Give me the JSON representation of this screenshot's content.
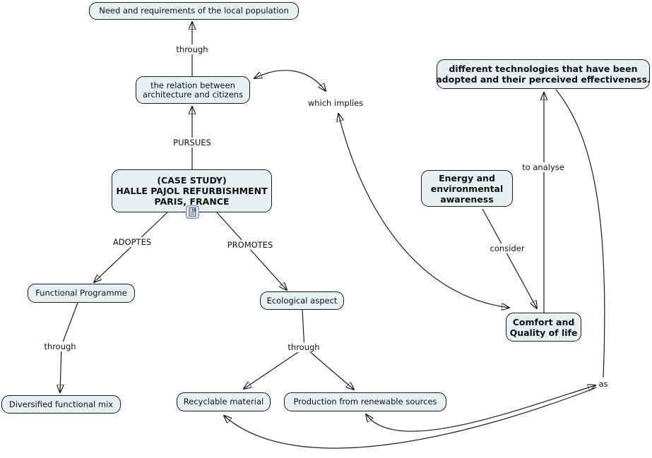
{
  "diagram": {
    "type": "concept-map",
    "colors": {
      "background": "#ffffff",
      "node_fill": "#e9f0f3",
      "node_border": "#1a1a1a",
      "connector": "#1c1c1c",
      "resource_icon_border": "#6f9cd1"
    },
    "nodes": {
      "need": {
        "text": "Need and requirements of the local population"
      },
      "relation": {
        "lines": [
          "the relation between",
          "architecture and citizens"
        ]
      },
      "case_study": {
        "lines": [
          "(CASE STUDY)",
          "HALLE PAJOL REFURBISHMENT",
          "PARIS, FRANCE"
        ]
      },
      "functional_programme": {
        "text": "Functional Programme"
      },
      "diversified_mix": {
        "text": "Diversified functional mix"
      },
      "ecological": {
        "text": "Ecological aspect"
      },
      "recyclable": {
        "text": "Recyclable material"
      },
      "production": {
        "text": "Production from renewable sources"
      },
      "technologies": {
        "lines": [
          "different technologies that have been",
          "adopted and their perceived effectiveness."
        ]
      },
      "energy": {
        "lines": [
          "Energy and",
          "environmental",
          "awareness"
        ]
      },
      "comfort": {
        "lines": [
          "Comfort and",
          "Quality of life"
        ]
      }
    },
    "links": {
      "through_top": "through",
      "pursues": "PURSUES",
      "adoptes": "ADOPTES",
      "promotes": "PROMOTES",
      "through_left": "through",
      "through_mid": "through",
      "which_implies": "which implies",
      "to_analyse": "to analyse",
      "consider": "consider",
      "as": "as"
    },
    "icons": {
      "resource": "document-image-resource-icon"
    }
  }
}
